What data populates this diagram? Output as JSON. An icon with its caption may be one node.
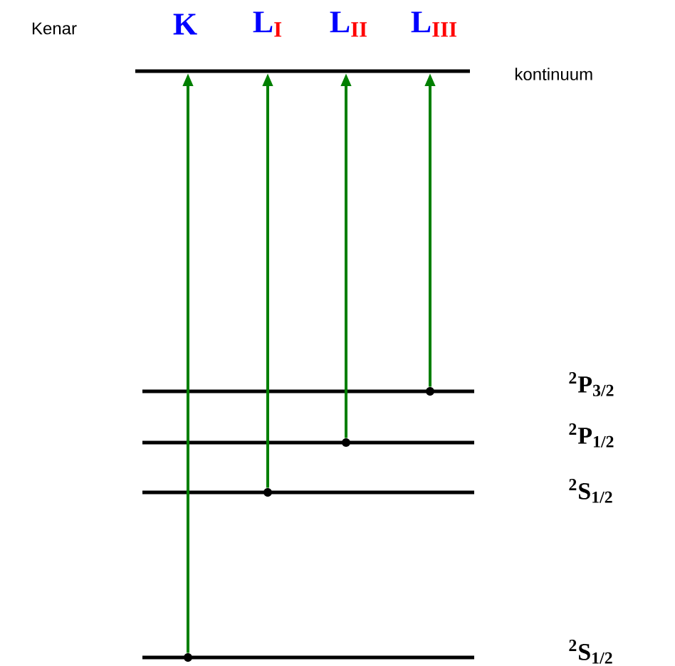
{
  "diagram": {
    "nodes": [
      {
        "text": [],
        "shape": "bar",
        "beside": [
          "kontinuum"
        ]
      },
      {
        "text": [],
        "shape": "bar",
        "beside": [
          "$^{2}$P$_{3/2}$"
        ]
      },
      {
        "text": [],
        "shape": "bar",
        "beside": [
          "$^{2}$P$_{1/2}$"
        ]
      },
      {
        "text": [],
        "shape": "bar",
        "beside": [
          "$^{2}$S$_{1/2}$"
        ]
      },
      {
        "text": [],
        "shape": "bar",
        "beside": [
          "$^{2}$S$_{1/2}$"
        ]
      }
    ],
    "edges": [
      {
        "from": 4,
        "to": 0,
        "arrow": "to"
      },
      {
        "from": 3,
        "to": 0,
        "arrow": "to"
      },
      {
        "from": 2,
        "to": 0,
        "arrow": "to"
      },
      {
        "from": 1,
        "to": 0,
        "arrow": "to"
      }
    ],
    "labels": [
      "Kenar",
      "K",
      "L$_{I}$",
      "L$_{II}$",
      "L$_{III}$"
    ]
  }
}
